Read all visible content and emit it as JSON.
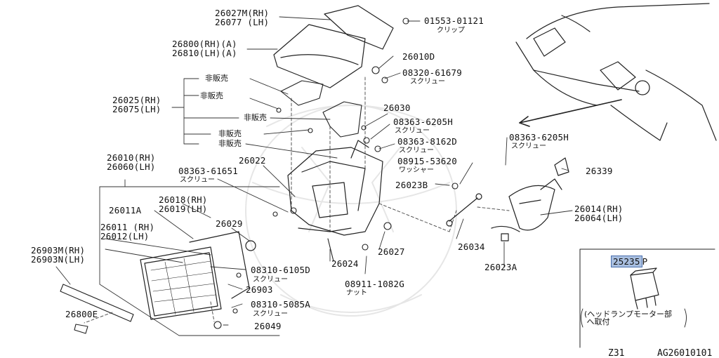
{
  "labels": {
    "p26027": "26027M(RH)\n26077 (LH)",
    "p01553": "01553-01121",
    "p01553_jp": "クリップ",
    "p26800": "26800(RH)(A)\n26810(LH)(A)",
    "p26010D": "26010D",
    "p08320": "08320-61679",
    "p08320_jp": "スクリュー",
    "nonsale": "非販売",
    "p26025": "26025(RH)\n26075(LH)",
    "p26030": "26030",
    "p08363a": "08363-6205H",
    "p08363a_jp": "スクリュー",
    "p08363b": "08363-8162D",
    "p08363b_jp": "スクリュー",
    "p08915": "08915-53620",
    "p08915_jp": "ワッシャー",
    "p26023B": "26023B",
    "p26010": "26010(RH)\n26060(LH)",
    "p26022": "26022",
    "p08363c": "08363-61651",
    "p08363c_jp": "スクリュー",
    "p26018": "26018(RH)\n26019(LH)",
    "p26011A": "26011A",
    "p26029": "26029",
    "p26011": "26011 (RH)\n26012(LH)",
    "p26903M": "26903M(RH)\n26903N(LH)",
    "p08310a": "08310-6105D",
    "p08310a_jp": "スクリュー",
    "p26903": "26903",
    "p08310b": "08310-5085A",
    "p08310b_jp": "スクリュー",
    "p26049": "26049",
    "p26800E": "26800E",
    "p26024": "26024",
    "p26027b": "26027",
    "p08911": "08911-1082G",
    "p08911_jp": "ナット",
    "p26034": "26034",
    "p26023A": "26023A",
    "p08363d": "08363-6205H",
    "p08363d_jp": "スクリュー",
    "p26339": "26339",
    "p26014": "26014(RH)\n26064(LH)",
    "p25235_hl": "25235",
    "p25235_suffix": "P",
    "note": "(ヘッドランプモーター部\n へ取付"
  },
  "footer": {
    "model": "Z31",
    "diagram_code": "AG26010101"
  }
}
